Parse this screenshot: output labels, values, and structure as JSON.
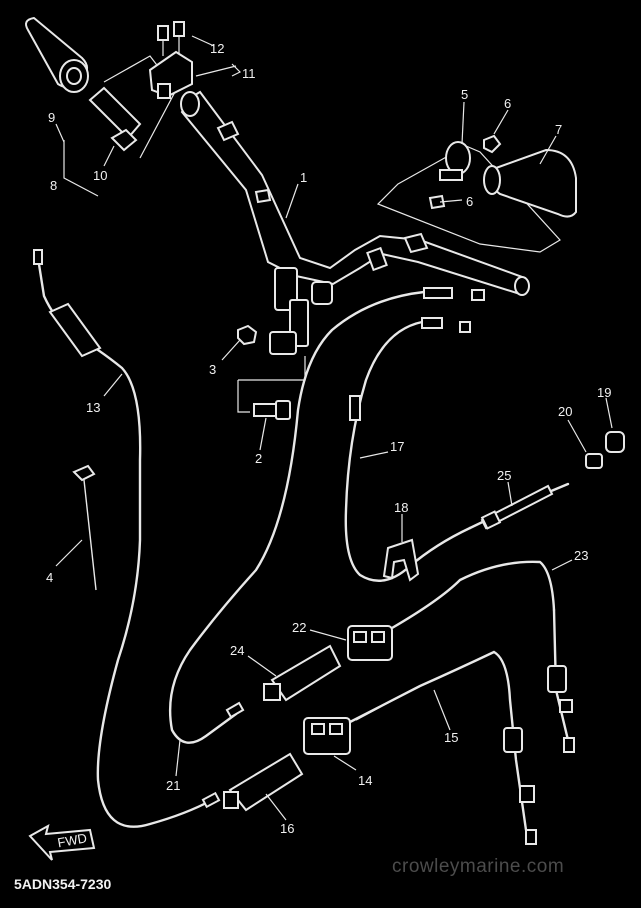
{
  "diagram": {
    "code": "5ADN354-7230",
    "watermark": "crowleymarine.com",
    "fwd_label": "FWD",
    "callouts": [
      "1",
      "2",
      "3",
      "4",
      "5",
      "6",
      "6",
      "7",
      "8",
      "9",
      "10",
      "11",
      "12",
      "13",
      "14",
      "15",
      "16",
      "17",
      "18",
      "19",
      "20",
      "21",
      "22",
      "23",
      "24",
      "25"
    ]
  }
}
